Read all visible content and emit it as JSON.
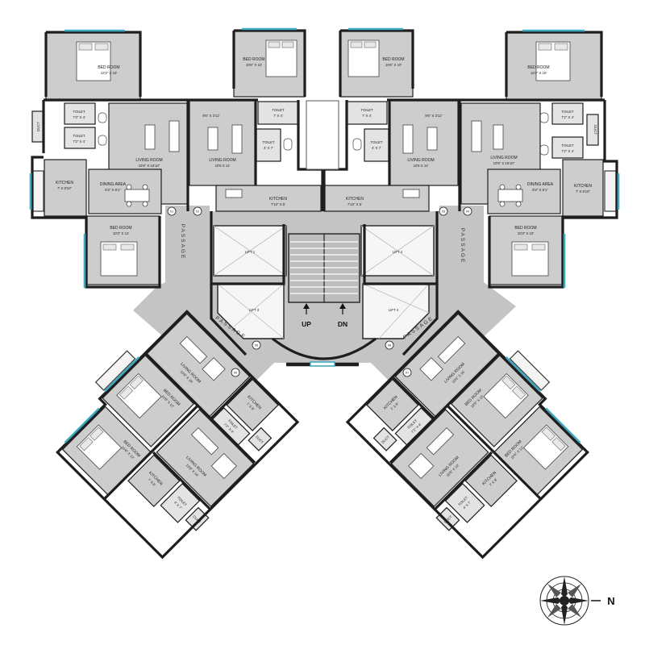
{
  "floorplan": {
    "rooms": {
      "bedroom_1": {
        "name": "BED ROOM",
        "size": "12'2\" X 10'"
      },
      "bedroom_2": {
        "name": "BED ROOM",
        "size": "10'6\" X 10'"
      },
      "bedroom_3": {
        "name": "BED ROOM",
        "size": "10'6\" X 10'"
      },
      "bedroom_4": {
        "name": "BED ROOM",
        "size": "12'2\" X 10'"
      },
      "bedroom_5": {
        "name": "BED ROOM",
        "size": "10'3\" X 12'"
      },
      "bedroom_6": {
        "name": "BED ROOM",
        "size": "10'3\" X 10'"
      },
      "toilet_1a": {
        "name": "TOILET",
        "size": "7'2\" X 4'"
      },
      "toilet_1b": {
        "name": "TOILET",
        "size": "7'2\" X 4'"
      },
      "toilet_2a": {
        "name": "TOILET",
        "size": "7' X 4'"
      },
      "toilet_2b": {
        "name": "TOILET",
        "size": "4' X 7'"
      },
      "toilet_3a": {
        "name": "TOILET",
        "size": "7' X 4'"
      },
      "toilet_3b": {
        "name": "TOILET",
        "size": "4' X 7'"
      },
      "toilet_4a": {
        "name": "TOILET",
        "size": "7'2\" X 4'"
      },
      "toilet_4b": {
        "name": "TOILET",
        "size": "7'2\" X 4'"
      },
      "living_1": {
        "name": "LIVING ROOM",
        "size": "10'6\" X 16'10\""
      },
      "living_2": {
        "name": "LIVING ROOM",
        "size": "10'8 X 14'"
      },
      "living_3": {
        "name": "LIVING ROOM",
        "size": "10'8 X 14'"
      },
      "living_4": {
        "name": "LIVING ROOM",
        "size": "10'6\" X 16'10\""
      },
      "dining_1": {
        "name": "DINING AREA",
        "size": "8'2\" X 8'1\""
      },
      "dining_4": {
        "name": "DINING AREA",
        "size": "8'2\" X 8'1\""
      },
      "kitchen_1": {
        "name": "KITCHEN",
        "size": "7' X 8'10\""
      },
      "kitchen_2": {
        "name": "KITCHEN",
        "size": "7'10\" X 5'"
      },
      "kitchen_3": {
        "name": "KITCHEN",
        "size": "7'10\" X 5'"
      },
      "kitchen_4": {
        "name": "KITCHEN",
        "size": "7' X 8'10\""
      },
      "study_2": {
        "name": "9'6\" X 3'11\""
      },
      "study_3": {
        "name": "9'6\" X 3'11\""
      },
      "duct_1": {
        "name": "DUCT"
      },
      "duct_4": {
        "name": "DUCT"
      },
      "duct_5": {
        "name": "DUCT"
      },
      "lift_1": {
        "name": "LIFT 1"
      },
      "lift_2": {
        "name": "LIFT 2"
      },
      "lift_3": {
        "name": "LIFT 3"
      },
      "lift_4": {
        "name": "LIFT 4"
      },
      "bedroom_7": {
        "name": "BED ROOM",
        "size": "10'6\" X 12'"
      },
      "living_7": {
        "name": "LIVING ROOM",
        "size": "10'6\" X 16'"
      },
      "kitchen_7": {
        "name": "KITCHEN",
        "size": "7' X 8'"
      },
      "toilet_7": {
        "name": "TOILET",
        "size": "7'2\" X 4'"
      },
      "living_8": {
        "name": "LIVING ROOM",
        "size": "10'8\" X 14'"
      },
      "kitchen_8": {
        "name": "KITCHEN",
        "size": "7' X 8'"
      },
      "bedroom_8": {
        "name": "BED ROOM",
        "size": "10'6\" X 12'"
      },
      "toilet_8": {
        "name": "TOILET",
        "size": "4' X 7'"
      },
      "bedroom_9": {
        "name": "BED ROOM",
        "size": "10'6\" X 12'"
      },
      "living_9": {
        "name": "LIVING ROOM",
        "size": "10'6\" X 16'"
      },
      "kitchen_9": {
        "name": "KITCHEN",
        "size": "7' X 8'"
      },
      "toilet_9": {
        "name": "TOILET",
        "size": "7'2\" X 4'"
      },
      "living_10": {
        "name": "LIVING ROOM",
        "size": "10'8\" X 14'"
      },
      "kitchen_10": {
        "name": "KITCHEN",
        "size": "7' X 8'"
      },
      "bedroom_10": {
        "name": "BED ROOM",
        "size": "10'6\" X 12'"
      },
      "toilet_10": {
        "name": "TOILET",
        "size": "4' X 7'"
      },
      "duct_7": {
        "name": "DUCT"
      },
      "duct_8": {
        "name": "DUCT"
      },
      "duct_9": {
        "name": "DUCT"
      },
      "duct_10": {
        "name": "DUCT"
      }
    },
    "circulation": {
      "passage_left": "PASSAGE",
      "passage_right": "PASSAGE",
      "passage_top_left": "PASSAGE",
      "passage_top_right": "PASSAGE",
      "stair_up": "UP",
      "stair_down": "DN"
    },
    "flat_numbers": [
      "01",
      "02",
      "03",
      "04",
      "05",
      "06",
      "07",
      "08"
    ],
    "compass": {
      "north": "N"
    },
    "colors": {
      "wall": "#1e1e1e",
      "floor": "#cdcdcd",
      "glazing": "#3fa9c2",
      "balcony": "#f4f4f4"
    }
  }
}
